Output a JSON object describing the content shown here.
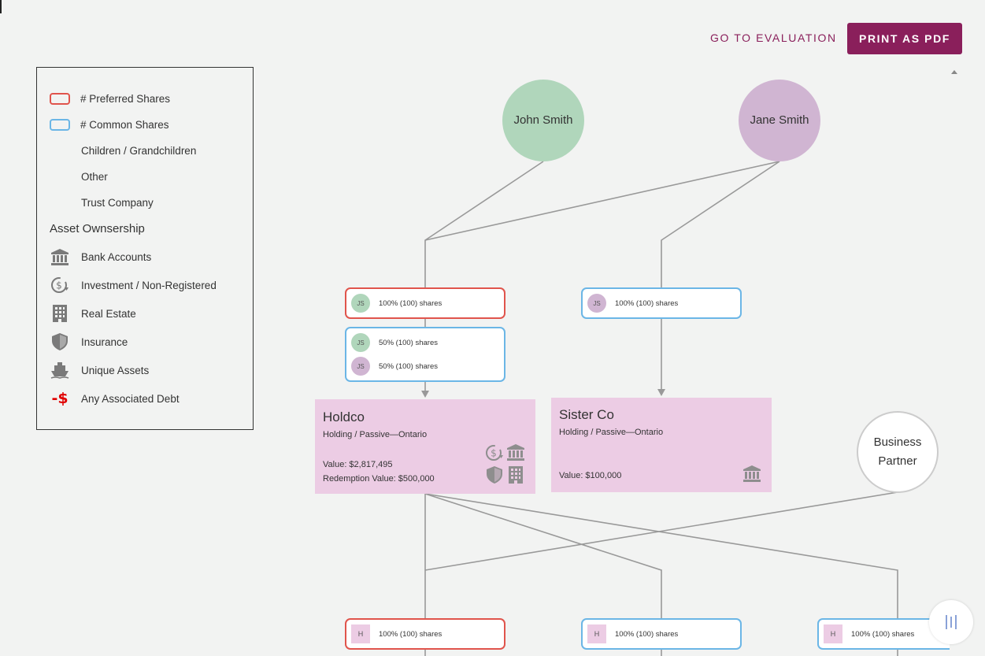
{
  "header": {
    "goto_evaluation": "GO TO EVALUATION",
    "print_pdf": "PRINT AS PDF"
  },
  "legend": {
    "share_types": [
      {
        "label": "# Preferred Shares",
        "color": "#e0544c"
      },
      {
        "label": "# Common Shares",
        "color": "#6bb6e6"
      }
    ],
    "people_types": [
      {
        "label": "Children / Grandchildren"
      },
      {
        "label": "Other"
      },
      {
        "label": "Trust Company"
      }
    ],
    "asset_heading": "Asset Ownsership",
    "assets": [
      {
        "label": "Bank Accounts",
        "icon": "bank-icon"
      },
      {
        "label": "Investment / Non-Registered",
        "icon": "investment-icon"
      },
      {
        "label": "Real Estate",
        "icon": "building-icon"
      },
      {
        "label": "Insurance",
        "icon": "shield-icon"
      },
      {
        "label": "Unique Assets",
        "icon": "boat-icon"
      },
      {
        "label": "Any Associated Debt",
        "icon": "debt-icon",
        "glyph": "-$",
        "color": "#e00000"
      }
    ]
  },
  "people": {
    "john": {
      "name": "John Smith",
      "color": "#b0d6bb"
    },
    "jane": {
      "name": "Jane Smith",
      "color": "#d0b5d2"
    },
    "partner": {
      "name_line1": "Business",
      "name_line2": "Partner"
    }
  },
  "shares": {
    "holdco_preferred": {
      "initials": "JS",
      "text": "100% (100) shares"
    },
    "holdco_common": [
      {
        "initials": "JS",
        "text": "50% (100) shares"
      },
      {
        "initials": "JS",
        "text": "50% (100) shares"
      }
    ],
    "sisterco_common": {
      "initials": "JS",
      "text": "100% (100) shares"
    },
    "bottom": [
      {
        "initials": "H",
        "text": "100% (100) shares"
      },
      {
        "initials": "H",
        "text": "100% (100) shares"
      },
      {
        "initials": "H",
        "text": "100% (100) shares"
      }
    ]
  },
  "companies": {
    "holdco": {
      "name": "Holdco",
      "type": "Holding / Passive—Ontario",
      "value": "Value: $2,817,495",
      "redemption": "Redemption Value: $500,000"
    },
    "sisterco": {
      "name": "Sister Co",
      "type": "Holding / Passive—Ontario",
      "value": "Value: $100,000"
    }
  },
  "colors": {
    "accent": "#8a1f5b",
    "preferred_border": "#e0544c",
    "common_border": "#6bb6e6",
    "company_fill": "#eccce4",
    "connector": "#999999"
  }
}
